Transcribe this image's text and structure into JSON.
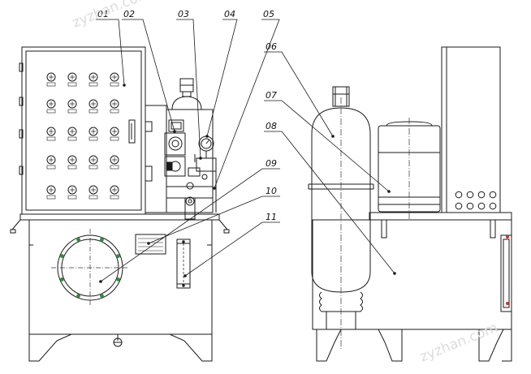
{
  "callouts": [
    {
      "id": "01",
      "label": "01"
    },
    {
      "id": "02",
      "label": "02"
    },
    {
      "id": "03",
      "label": "03"
    },
    {
      "id": "04",
      "label": "04"
    },
    {
      "id": "05",
      "label": "05"
    },
    {
      "id": "06",
      "label": "06"
    },
    {
      "id": "07",
      "label": "07"
    },
    {
      "id": "08",
      "label": "08"
    },
    {
      "id": "09",
      "label": "09"
    },
    {
      "id": "10",
      "label": "10"
    },
    {
      "id": "11",
      "label": "11"
    }
  ],
  "watermark": "zyzhan.com",
  "nameplate_lines": [
    "",
    "",
    "",
    "",
    ""
  ],
  "colors": {
    "line": "#1a1a1a",
    "centerline": "#333333",
    "bolt": "#2e8b3a",
    "accent": "#c0392b"
  }
}
